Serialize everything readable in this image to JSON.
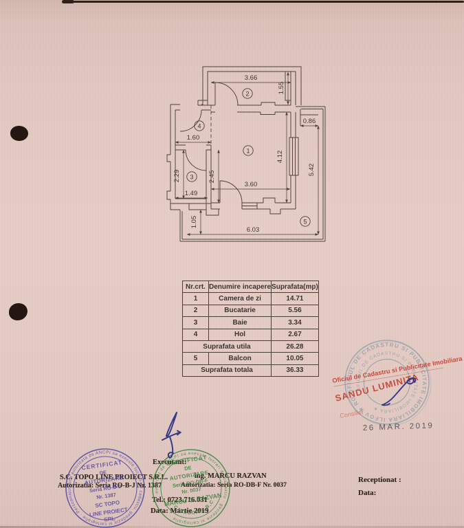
{
  "plan": {
    "rooms": [
      "1",
      "2",
      "3",
      "4",
      "5"
    ],
    "dims": {
      "kitchen_w": "3.66",
      "kitchen_h": "1.55",
      "balcony_top": "0.86",
      "hall_w": "1.60",
      "living_h": "4.12",
      "hall_h": "2.45",
      "bath_h": "2.29",
      "living_w": "3.60",
      "bath_w": "1.49",
      "balcony_left": "1.05",
      "balcony_w": "6.03",
      "balcony_h": "5.42"
    }
  },
  "table": {
    "headers": [
      "Nr.crt.",
      "Denumire incapere",
      "Suprafata(mp)"
    ],
    "rows": [
      {
        "no": "1",
        "name": "Camera de zi",
        "area": "14.71"
      },
      {
        "no": "2",
        "name": "Bucatarie",
        "area": "5.56"
      },
      {
        "no": "3",
        "name": "Baie",
        "area": "3.34"
      },
      {
        "no": "4",
        "name": "Hol",
        "area": "2.67"
      },
      {
        "label": "Suprafata utila",
        "area": "26.28"
      },
      {
        "no": "5",
        "name": "Balcon",
        "area": "10.05"
      },
      {
        "label": "Suprafata totala",
        "area": "36.33"
      }
    ]
  },
  "footer": {
    "executant": "Executant:",
    "company": "S.C. TOPO LINE PROIECT S.R.L.",
    "engineer": "ing. MARCU RAZVAN",
    "auth1": "Autorizatia: Seria RO-B-J Nr. 1387",
    "auth2": "Autorizatia: Seria RO-DB-F Nr. 0037",
    "tel": "Tel.: 0723.716.031",
    "date": "Data: Martie 2019",
    "receptionat": "Receptionat :",
    "data_label": "Data:"
  },
  "stamps": {
    "blue": {
      "l1": "CERTIFICAT",
      "l2": "DE",
      "l3": "AUTORIZARE",
      "l4": "Seria RO-B-J",
      "l5": "Nr. 1387",
      "l6": "SC TOPO",
      "l7": "LINE PROIECT",
      "l8": "SRL",
      "ring": "juridica autorizata de ANCPI sa execute lucrari de cadastru, geodezie si cartografie · Persoana"
    },
    "green": {
      "l1": "CERTIFICAT",
      "l2": "DE",
      "l3": "AUTORIZARE",
      "l4": "Seria RO-DB-F",
      "l5": "Nr. 0037",
      "l6": "MARCU C. RAZVAN",
      "bottom": "CATEGORIA B,C",
      "ring": "autorizat de ANCPI sa execute lucrari de cadastru · geodezie si cartografie ·"
    },
    "office": {
      "ring_outer": "OFICIUL DE CADASTRU SI PUBLICITATE IMOBILIARA ILFOV ★ ROMANIA ★",
      "ring_inner": "OFICIUL DE CADASTRU SI PUBLICITATE IMOBILIARA ★"
    },
    "red": {
      "l1": "Oficiul de Cadastru si Publicitate Imobiliara ILFOV",
      "l2": "SANDU LUMINITA",
      "l3": "Consilier"
    },
    "date_stamp": "26 MAR. 2019"
  }
}
